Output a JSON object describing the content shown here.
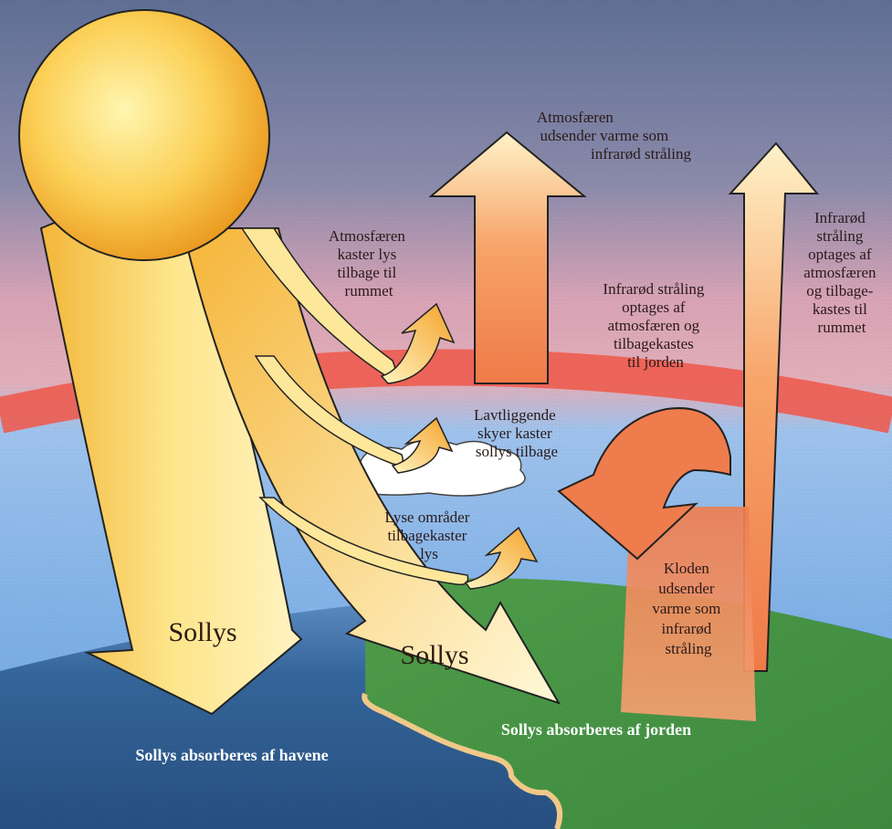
{
  "labels": {
    "atmosphere_emits": [
      "Atmosfæren",
      "udsender varme som",
      "infrarød stråling"
    ],
    "atmosphere_reflects": [
      "Atmosfæren",
      "kaster lys",
      "tilbage til",
      "rummet"
    ],
    "ir_absorbed_right": [
      "Infrarød",
      "stråling",
      "optages af",
      "atmosfæren",
      "og tilbage-",
      "kastes til",
      "rummet"
    ],
    "ir_absorbed_center": [
      "Infrarød stråling",
      "optages af",
      "atmosfæren og",
      "tilbagekastes",
      "til jorden"
    ],
    "clouds_reflect": [
      "Lavtliggende",
      "skyer kaster",
      "sollys tilbage"
    ],
    "bright_areas": [
      "Lyse områder",
      "tilbagekaster",
      "lys"
    ],
    "earth_emits": [
      "Kloden",
      "udsender",
      "varme som",
      "infrarød",
      "stråling"
    ],
    "sunlight_left": "Sollys",
    "sunlight_right": "Sollys",
    "absorbed_oceans": "Sollys absorberes af havene",
    "absorbed_land": "Sollys absorberes af jorden"
  },
  "colors": {
    "sky_top": "#6f7fa0",
    "sky_pink": "#d8a6b6",
    "atmosphere_band": "#ef5a4c",
    "lower_sky": "#8ab4e6",
    "ocean": "#2f5f8e",
    "land": "#4e9e48",
    "sun": "#f6b830",
    "ir_arrow": "#f08a58"
  }
}
